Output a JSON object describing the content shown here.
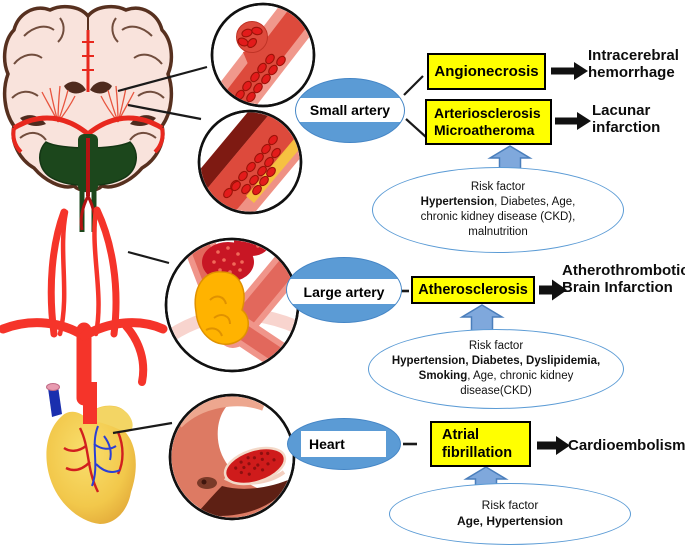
{
  "figure": {
    "description_domain": "stroke-etiology-diagram",
    "palette": {
      "organ_ellipse_fill": "#5b9bd5",
      "organ_ellipse_border": "#4586c6",
      "pathology_box_fill": "#ffff00",
      "pathology_box_border": "#000000",
      "risk_ellipse_border": "#5b9bd5",
      "blue_arrow_fill": "#7fa8dc",
      "blue_arrow_border": "#4a7ebb",
      "black_arrow": "#111111",
      "artery_red": "#f5342a",
      "brain_outline_brown": "#57301f",
      "brainstem_green": "#1c471c",
      "heart_gold": "#f2c84b",
      "plaque_yellow": "#ffb300",
      "red_blood_cell": "#e31b1b"
    },
    "organs": {
      "small_artery": {
        "label": "Small artery"
      },
      "large_artery": {
        "label": "Large artery"
      },
      "heart": {
        "label": "Heart"
      }
    },
    "pathologies": {
      "angionecrosis": {
        "label": "Angionecrosis"
      },
      "arteriosclerosis": {
        "line1": "Arteriosclerosis",
        "line2": "Microatheroma"
      },
      "atherosclerosis": {
        "label": "Atherosclerosis"
      },
      "atrial_fibrillation": {
        "line1": "Atrial",
        "line2": "fibrillation"
      }
    },
    "outcomes": {
      "intracerebral": {
        "line1": "Intracerebral",
        "line2": "hemorrhage"
      },
      "lacunar": {
        "line1": "Lacunar",
        "line2": "infarction"
      },
      "atherothrombotic": {
        "line1": "Atherothrombotic",
        "line2": "Brain Infarction"
      },
      "cardioembolism": {
        "label": "Cardioembolism"
      }
    },
    "risk_factors": {
      "small_artery": {
        "title": "Risk factor",
        "line1_bold": "Hypertension",
        "line1_rest": ", Diabetes, Age,",
        "line2": "chronic kidney disease (CKD),",
        "line3": "malnutrition"
      },
      "large_artery": {
        "title": "Risk factor",
        "line1_bold": "Hypertension, Diabetes, Dyslipidemia,",
        "line2_bold": "Smoking",
        "line2_rest": ", Age, chronic kidney",
        "line3": "disease(CKD)"
      },
      "heart": {
        "title": "Risk factor",
        "line1_bold": "Age, Hypertension"
      }
    }
  }
}
